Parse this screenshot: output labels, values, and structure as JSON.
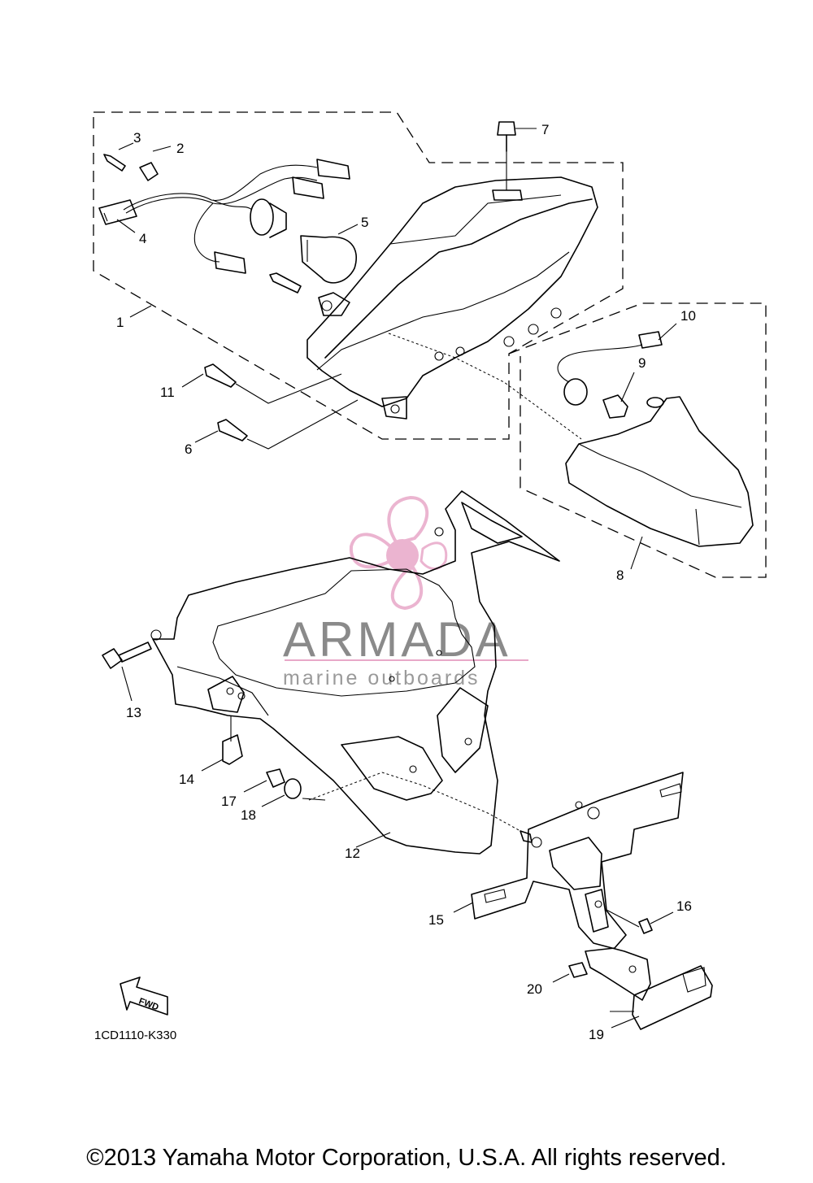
{
  "callouts": [
    "1",
    "2",
    "3",
    "4",
    "5",
    "6",
    "7",
    "8",
    "9",
    "10",
    "11",
    "12",
    "13",
    "14",
    "15",
    "16",
    "17",
    "18",
    "19",
    "20"
  ],
  "diagram_code": "1CD1110-K330",
  "fwd_label": "FWD",
  "watermark": {
    "title": "ARMADA",
    "subtitle": "marine outboards",
    "color": "#e8a8c8"
  },
  "copyright": "©2013 Yamaha Motor Corporation, U.S.A. All rights reserved."
}
